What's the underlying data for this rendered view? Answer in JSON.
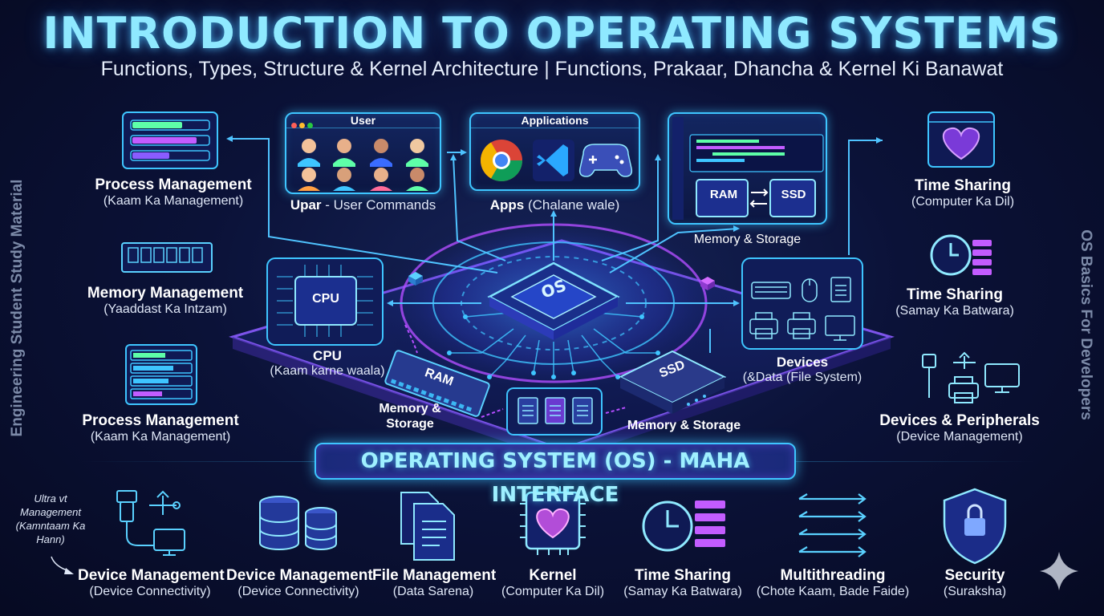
{
  "title": "INTRODUCTION TO OPERATING SYSTEMS",
  "subtitle": "Functions, Types, Structure & Kernel Architecture | Functions, Prakaar, Dhancha & Kernel Ki Banawat",
  "side_left": "Engineering Student Study Material",
  "side_right": "OS Basics For Developers",
  "center_chip": "OS",
  "banner": "OPERATING SYSTEM (OS) - MAHA INTERFACE",
  "panels": {
    "user": {
      "header": "User",
      "label_bold": "Upar",
      "label_rest": " - User Commands"
    },
    "apps": {
      "header": "Applications",
      "label_bold": "Apps",
      "label_rest": " (Chalane wale)"
    },
    "memory": {
      "label": "Memory & Storage",
      "ram": "RAM",
      "ssd": "SSD"
    }
  },
  "center": {
    "cpu_chip": "CPU",
    "cpu_title": "CPU",
    "cpu_sub": "(Kaam karne waala)",
    "ram_stick": "RAM",
    "ssd_box": "SSD",
    "mem_left": [
      "Memory &",
      "Storage"
    ],
    "mem_right": "Memory & Storage",
    "devices_title": "Devices",
    "devices_sub": "(&Data (File System)"
  },
  "left_items": [
    {
      "title": "Process Management",
      "sub": "(Kaam Ka Management)",
      "icon": "progress-bars-icon"
    },
    {
      "title": "Memory Management",
      "sub": "(Yaaddast Ka Intzam)",
      "icon": "ram-module-icon"
    },
    {
      "title": "Process Management",
      "sub": "(Kaam Ka Management)",
      "icon": "server-rack-icon"
    }
  ],
  "right_items": [
    {
      "title": "Time Sharing",
      "sub": "(Computer Ka Dil)",
      "icon": "heart-window-icon"
    },
    {
      "title": "Time Sharing",
      "sub": "(Samay Ka Batwara)",
      "icon": "clock-icon"
    },
    {
      "title": "Devices & Peripherals",
      "sub": "(Device Management)",
      "icon": "usb-peripherals-icon"
    }
  ],
  "bottom_items": [
    {
      "title": "Device Management",
      "sub": "(Device Connectivity)",
      "icon": "usb-device-icon"
    },
    {
      "title": "Device Management",
      "sub": "(Device Connectivity)",
      "icon": "database-icon"
    },
    {
      "title": "File Management",
      "sub": "(Data Sarena)",
      "icon": "files-icon"
    },
    {
      "title": "Kernel",
      "sub": "(Computer Ka Dil)",
      "icon": "heart-chip-icon"
    },
    {
      "title": "Time Sharing",
      "sub": "(Samay Ka Batwara)",
      "icon": "clock-icon"
    },
    {
      "title": "Multithreading",
      "sub": "(Chote Kaam, Bade Faide)",
      "icon": "threads-icon"
    },
    {
      "title": "Security",
      "sub": "(Suraksha)",
      "icon": "shield-lock-icon"
    }
  ],
  "side_note": [
    "Ultra vt",
    "Management",
    "(Kamntaam Ka",
    "Hann)"
  ],
  "colors": {
    "accent": "#3ec5ff",
    "purple": "#9b5cff",
    "title": "#8fe9ff"
  }
}
